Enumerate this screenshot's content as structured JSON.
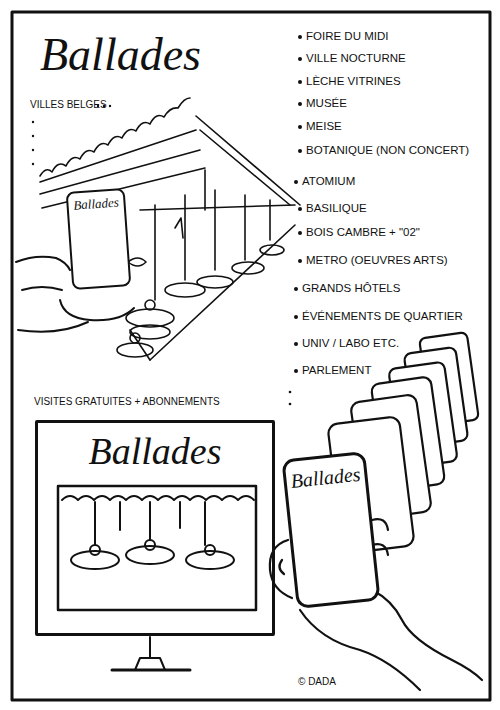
{
  "diagram": {
    "title": "Ballades",
    "nodes": [
      {
        "text": [
          "Ballades"
        ]
      },
      {
        "text": [
          "Ballades"
        ]
      },
      {
        "text": [
          "Ballades"
        ]
      }
    ],
    "labels": [
      "VILLES BELGES",
      "FOIRE DU MIDI",
      "VILLE NOCTURNE",
      "LÈCHE VITRINES",
      "MUSÉE",
      "MEISE",
      "BOTANIQUE (NON CONCERT)",
      "ATOMIUM",
      "BASILIQUE",
      "BOIS CAMBRE + \"02\"",
      "METRO (OEUVRES ARTS)",
      "GRANDS HÔTELS",
      "ÉVÉNEMENTS DE QUARTIER",
      "UNIV / LABO ETC.",
      "PARLEMENT",
      "VISITES GRATUITES + ABONNEMENTS",
      "© DADA"
    ]
  }
}
